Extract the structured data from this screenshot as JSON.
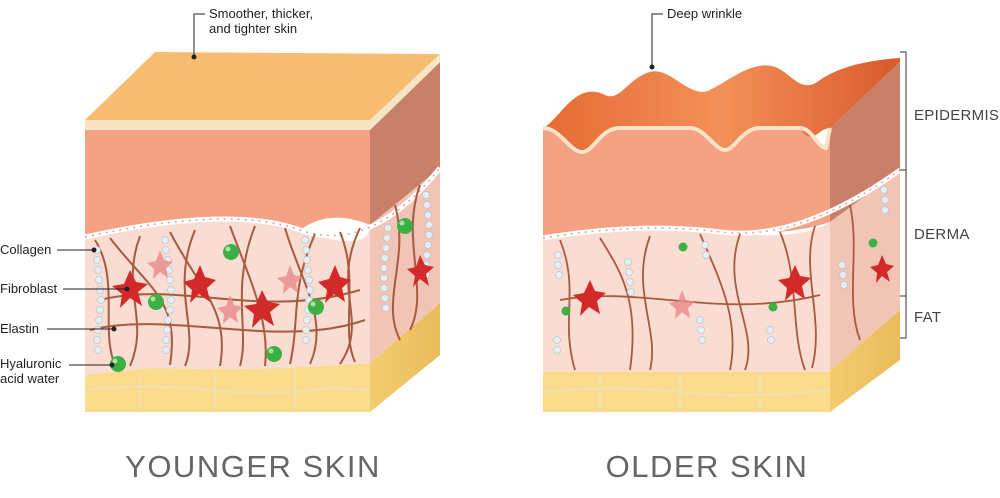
{
  "titles": {
    "younger": "YOUNGER SKIN",
    "older": "OLDER SKIN"
  },
  "callouts": {
    "smoother_line1": "Smoother, thicker,",
    "smoother_line2": "and tighter skin",
    "deep_wrinkle": "Deep wrinkle"
  },
  "component_labels": {
    "collagen": "Collagen",
    "fibroblast": "Fibroblast",
    "elastin": "Elastin",
    "hyaluronic_line1": "Hyaluronic",
    "hyaluronic_line2": "acid water"
  },
  "layer_labels": {
    "epidermis": "EPIDERMIS",
    "derma": "DERMA",
    "fat": "FAT"
  },
  "colors": {
    "epidermis_top": "#f6bd72",
    "epidermis_front": "#f4a283",
    "epidermis_side": "#c8806a",
    "derma": "#f9dcd2",
    "collagen": "#a85a3e",
    "fibroblast": "#d22a2a",
    "elastin": "#e6eef2",
    "hyaluronic": "#3cb043",
    "fat": "#f8dc8c",
    "wrinkle_top": "#e8703c"
  }
}
